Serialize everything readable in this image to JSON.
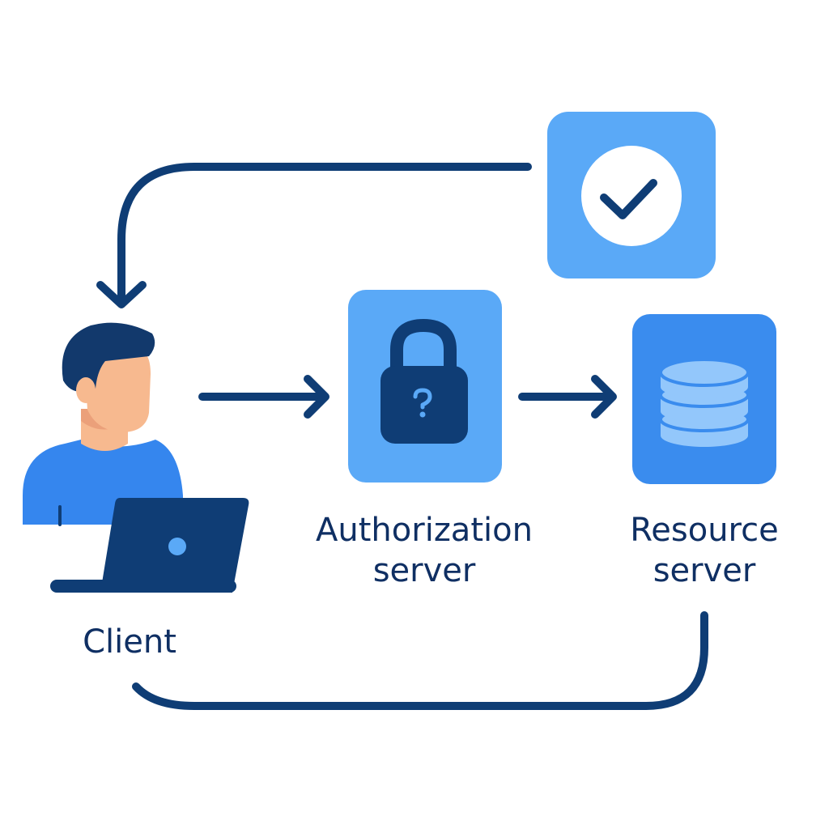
{
  "colors": {
    "navy": "#0f3d75",
    "label_navy": "#0f2f63",
    "light_blue": "#5aa9f7",
    "mid_blue": "#3a8cee",
    "shirt_blue": "#3586ee",
    "skin": "#f7b98f",
    "skin_shadow": "#eba07a",
    "hair": "#12396c",
    "white": "#ffffff",
    "db_disk": "#93c7fb"
  },
  "icons": {
    "client": "user-with-laptop-icon",
    "authorization_server": "padlock-question-icon",
    "resource_server": "database-icon",
    "token": "checkmark-icon"
  },
  "nodes": {
    "client": {
      "label_lines": [
        "Client"
      ]
    },
    "authorization_server": {
      "label_lines": [
        "Authorization",
        "server"
      ]
    },
    "resource_server": {
      "label_lines": [
        "Resource",
        "server"
      ]
    }
  }
}
